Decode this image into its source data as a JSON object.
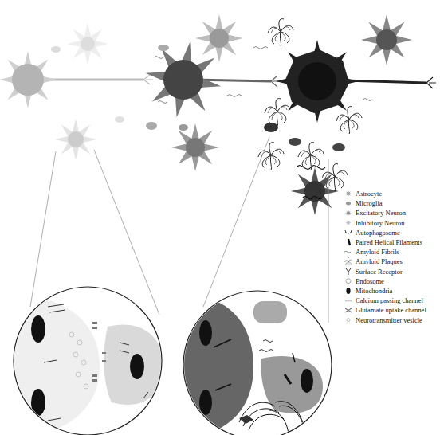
{
  "diagram": {
    "legend": [
      {
        "text": "Astrocyte"
      },
      {
        "text": "Microglia"
      },
      {
        "text": "Excitatory Neuron"
      },
      {
        "text": "Inhibitory Neuron"
      },
      {
        "text": "Autophagosome"
      },
      {
        "text": "Paired Helical Filaments"
      },
      {
        "text": "Amyloid Fibrils"
      },
      {
        "text": "Amyloid Plaques"
      },
      {
        "text": "Surface Receptor"
      },
      {
        "text": "Endosome"
      },
      {
        "text": "Mitochondria"
      },
      {
        "text": "Calcium passing channel"
      },
      {
        "text": "Glutamate uptake channel"
      },
      {
        "text": "Neurotransmitter vesicle"
      }
    ]
  }
}
